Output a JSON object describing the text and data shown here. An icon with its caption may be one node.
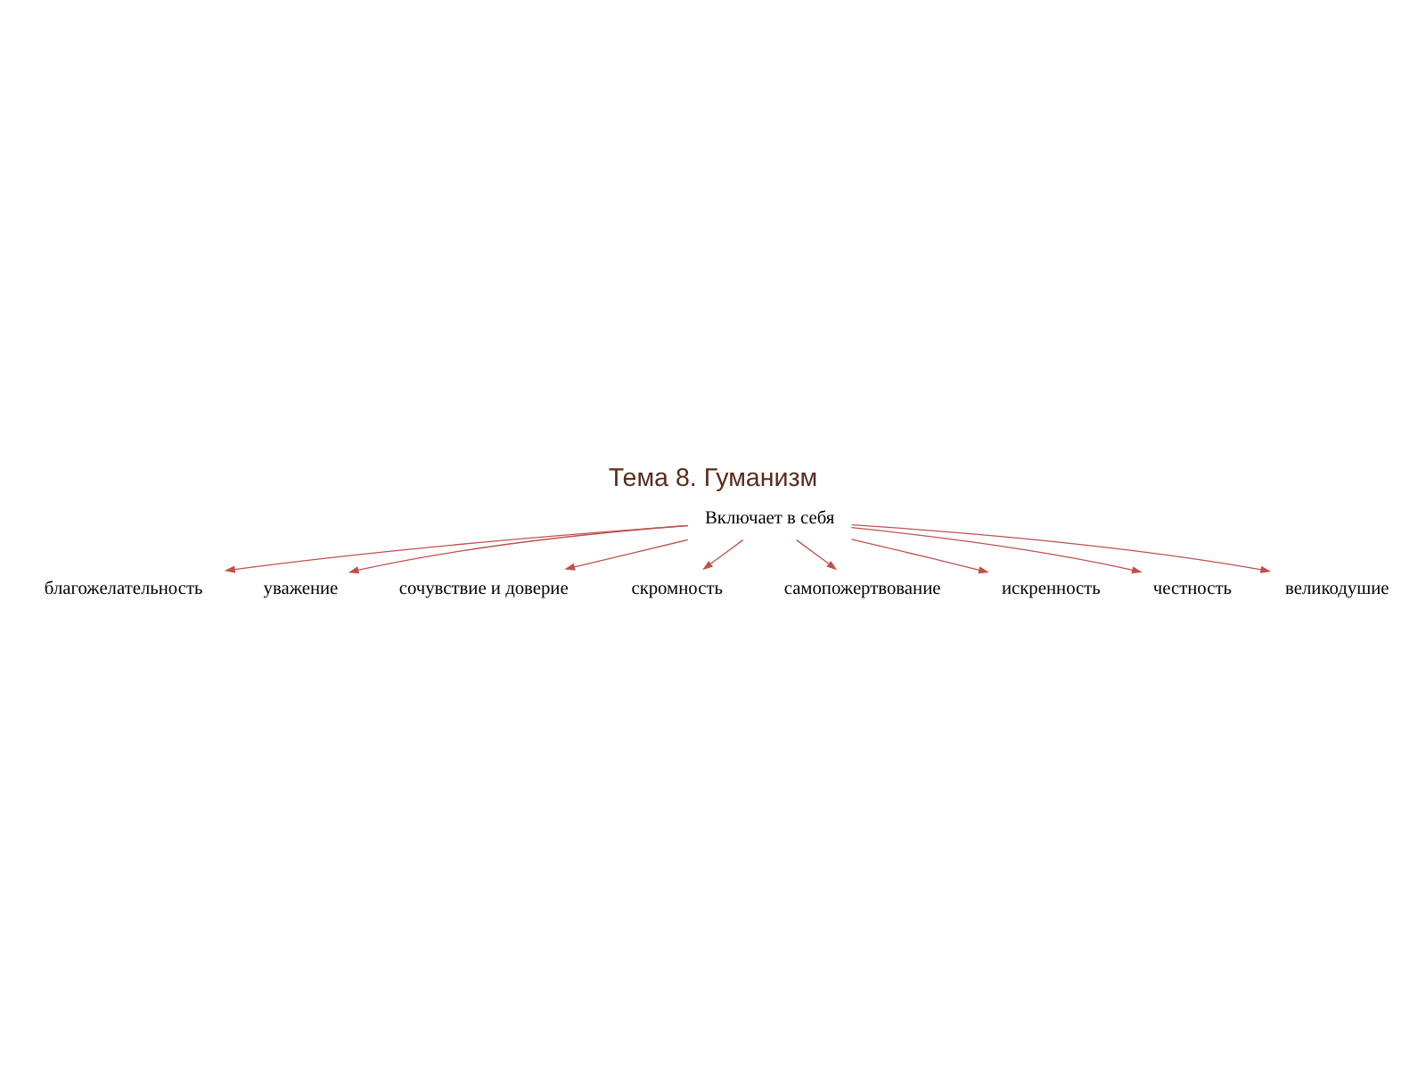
{
  "diagram": {
    "title": "Тема 8. Гуманизм",
    "nodes": [
      {
        "text": [
          "Включает в себя"
        ]
      },
      {
        "text": [
          "благожелательность"
        ]
      },
      {
        "text": [
          "уважение"
        ]
      },
      {
        "text": [
          "сочувствие и доверие"
        ]
      },
      {
        "text": [
          "скромность"
        ]
      },
      {
        "text": [
          "самопожертвование"
        ]
      },
      {
        "text": [
          "искренность"
        ]
      },
      {
        "text": [
          "честность"
        ]
      },
      {
        "text": [
          "великодушие"
        ]
      }
    ],
    "edges": [
      {
        "from": 0,
        "to": 1,
        "arrow": "to"
      },
      {
        "from": 0,
        "to": 3,
        "arrow": "to"
      },
      {
        "from": 0,
        "to": 5,
        "arrow": "to"
      },
      {
        "from": 0,
        "to": 7,
        "arrow": "to"
      },
      {
        "from": 0,
        "to": 8,
        "arrow": "to"
      },
      {
        "from": 0,
        "to": 6,
        "arrow": "to"
      },
      {
        "from": 0,
        "to": 4,
        "arrow": "to"
      },
      {
        "from": 0,
        "to": 2,
        "arrow": "to"
      }
    ]
  }
}
